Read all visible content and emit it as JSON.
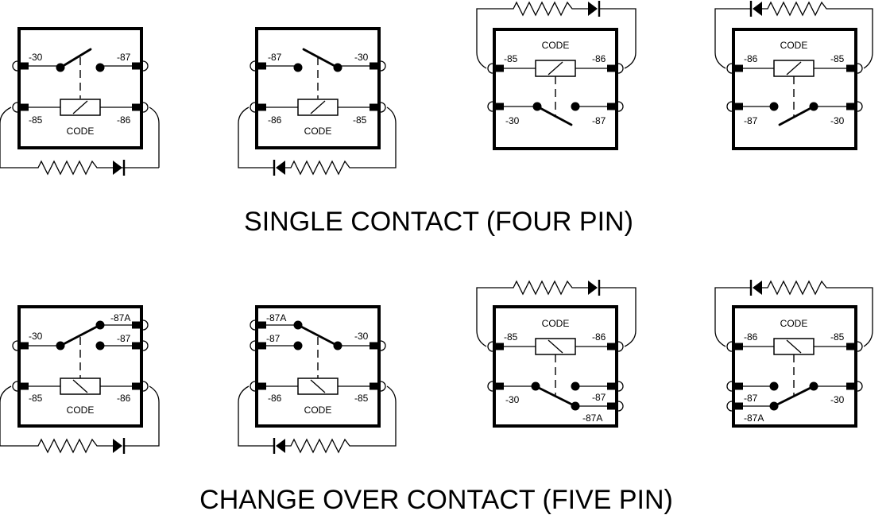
{
  "captions": {
    "single": "SINGLE CONTACT (FOUR PIN)",
    "change": "CHANGE OVER CONTACT (FIVE PIN)"
  },
  "relays": {
    "r1": {
      "code": "CODE",
      "p30": "-30",
      "p87": "-87",
      "p85": "-85",
      "p86": "-86"
    },
    "r2": {
      "code": "CODE",
      "p87": "-87",
      "p30": "-30",
      "p86": "-86",
      "p85": "-85"
    },
    "r3": {
      "code": "CODE",
      "p85": "-85",
      "p86": "-86",
      "p30": "-30",
      "p87": "-87"
    },
    "r4": {
      "code": "CODE",
      "p86": "-86",
      "p85": "-85",
      "p87": "-87",
      "p30": "-30"
    },
    "r5": {
      "code": "CODE",
      "p87a": "-87A",
      "p30": "-30",
      "p87": "-87",
      "p85": "-85",
      "p86": "-86"
    },
    "r6": {
      "code": "CODE",
      "p87a": "-87A",
      "p87": "-87",
      "p30": "-30",
      "p86": "-86",
      "p85": "-85"
    },
    "r7": {
      "code": "CODE",
      "p85": "-85",
      "p86": "-86",
      "p30": "-30",
      "p87": "-87",
      "p87a": "-87A"
    },
    "r8": {
      "code": "CODE",
      "p86": "-86",
      "p85": "-85",
      "p87": "-87",
      "p30": "-30",
      "p87a": "-87A"
    }
  }
}
